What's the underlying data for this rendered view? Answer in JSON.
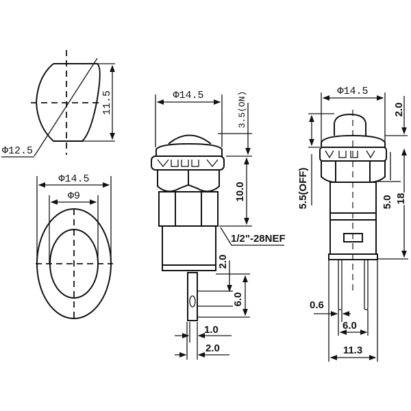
{
  "title": "Push button switch dimension drawing",
  "top_view": {
    "diameter": "Φ12.5",
    "flat_height": "11.5"
  },
  "bottom_view": {
    "outer_diameter": "Φ14.5",
    "inner_diameter": "Φ9"
  },
  "side_view": {
    "cap_diameter": "Φ14.5",
    "stroke_on": "3.5(ON)",
    "thread_length": "10.0",
    "thread_spec": "1/2\"-28NEF",
    "body_gap": "2.0",
    "terminal_length": "6.0",
    "terminal_thickness": "1.0",
    "terminal_width": "2.0"
  },
  "front_view": {
    "cap_diameter": "Φ14.5",
    "button_height": "2.0",
    "stroke_off": "5.5(OFF)",
    "nut_height": "5.0",
    "body_height": "18",
    "pin_diameter": "0.6",
    "pin_spacing": "6.0",
    "base_width": "11.3"
  },
  "colors": {
    "line": "#111111",
    "background": "#ffffff"
  }
}
